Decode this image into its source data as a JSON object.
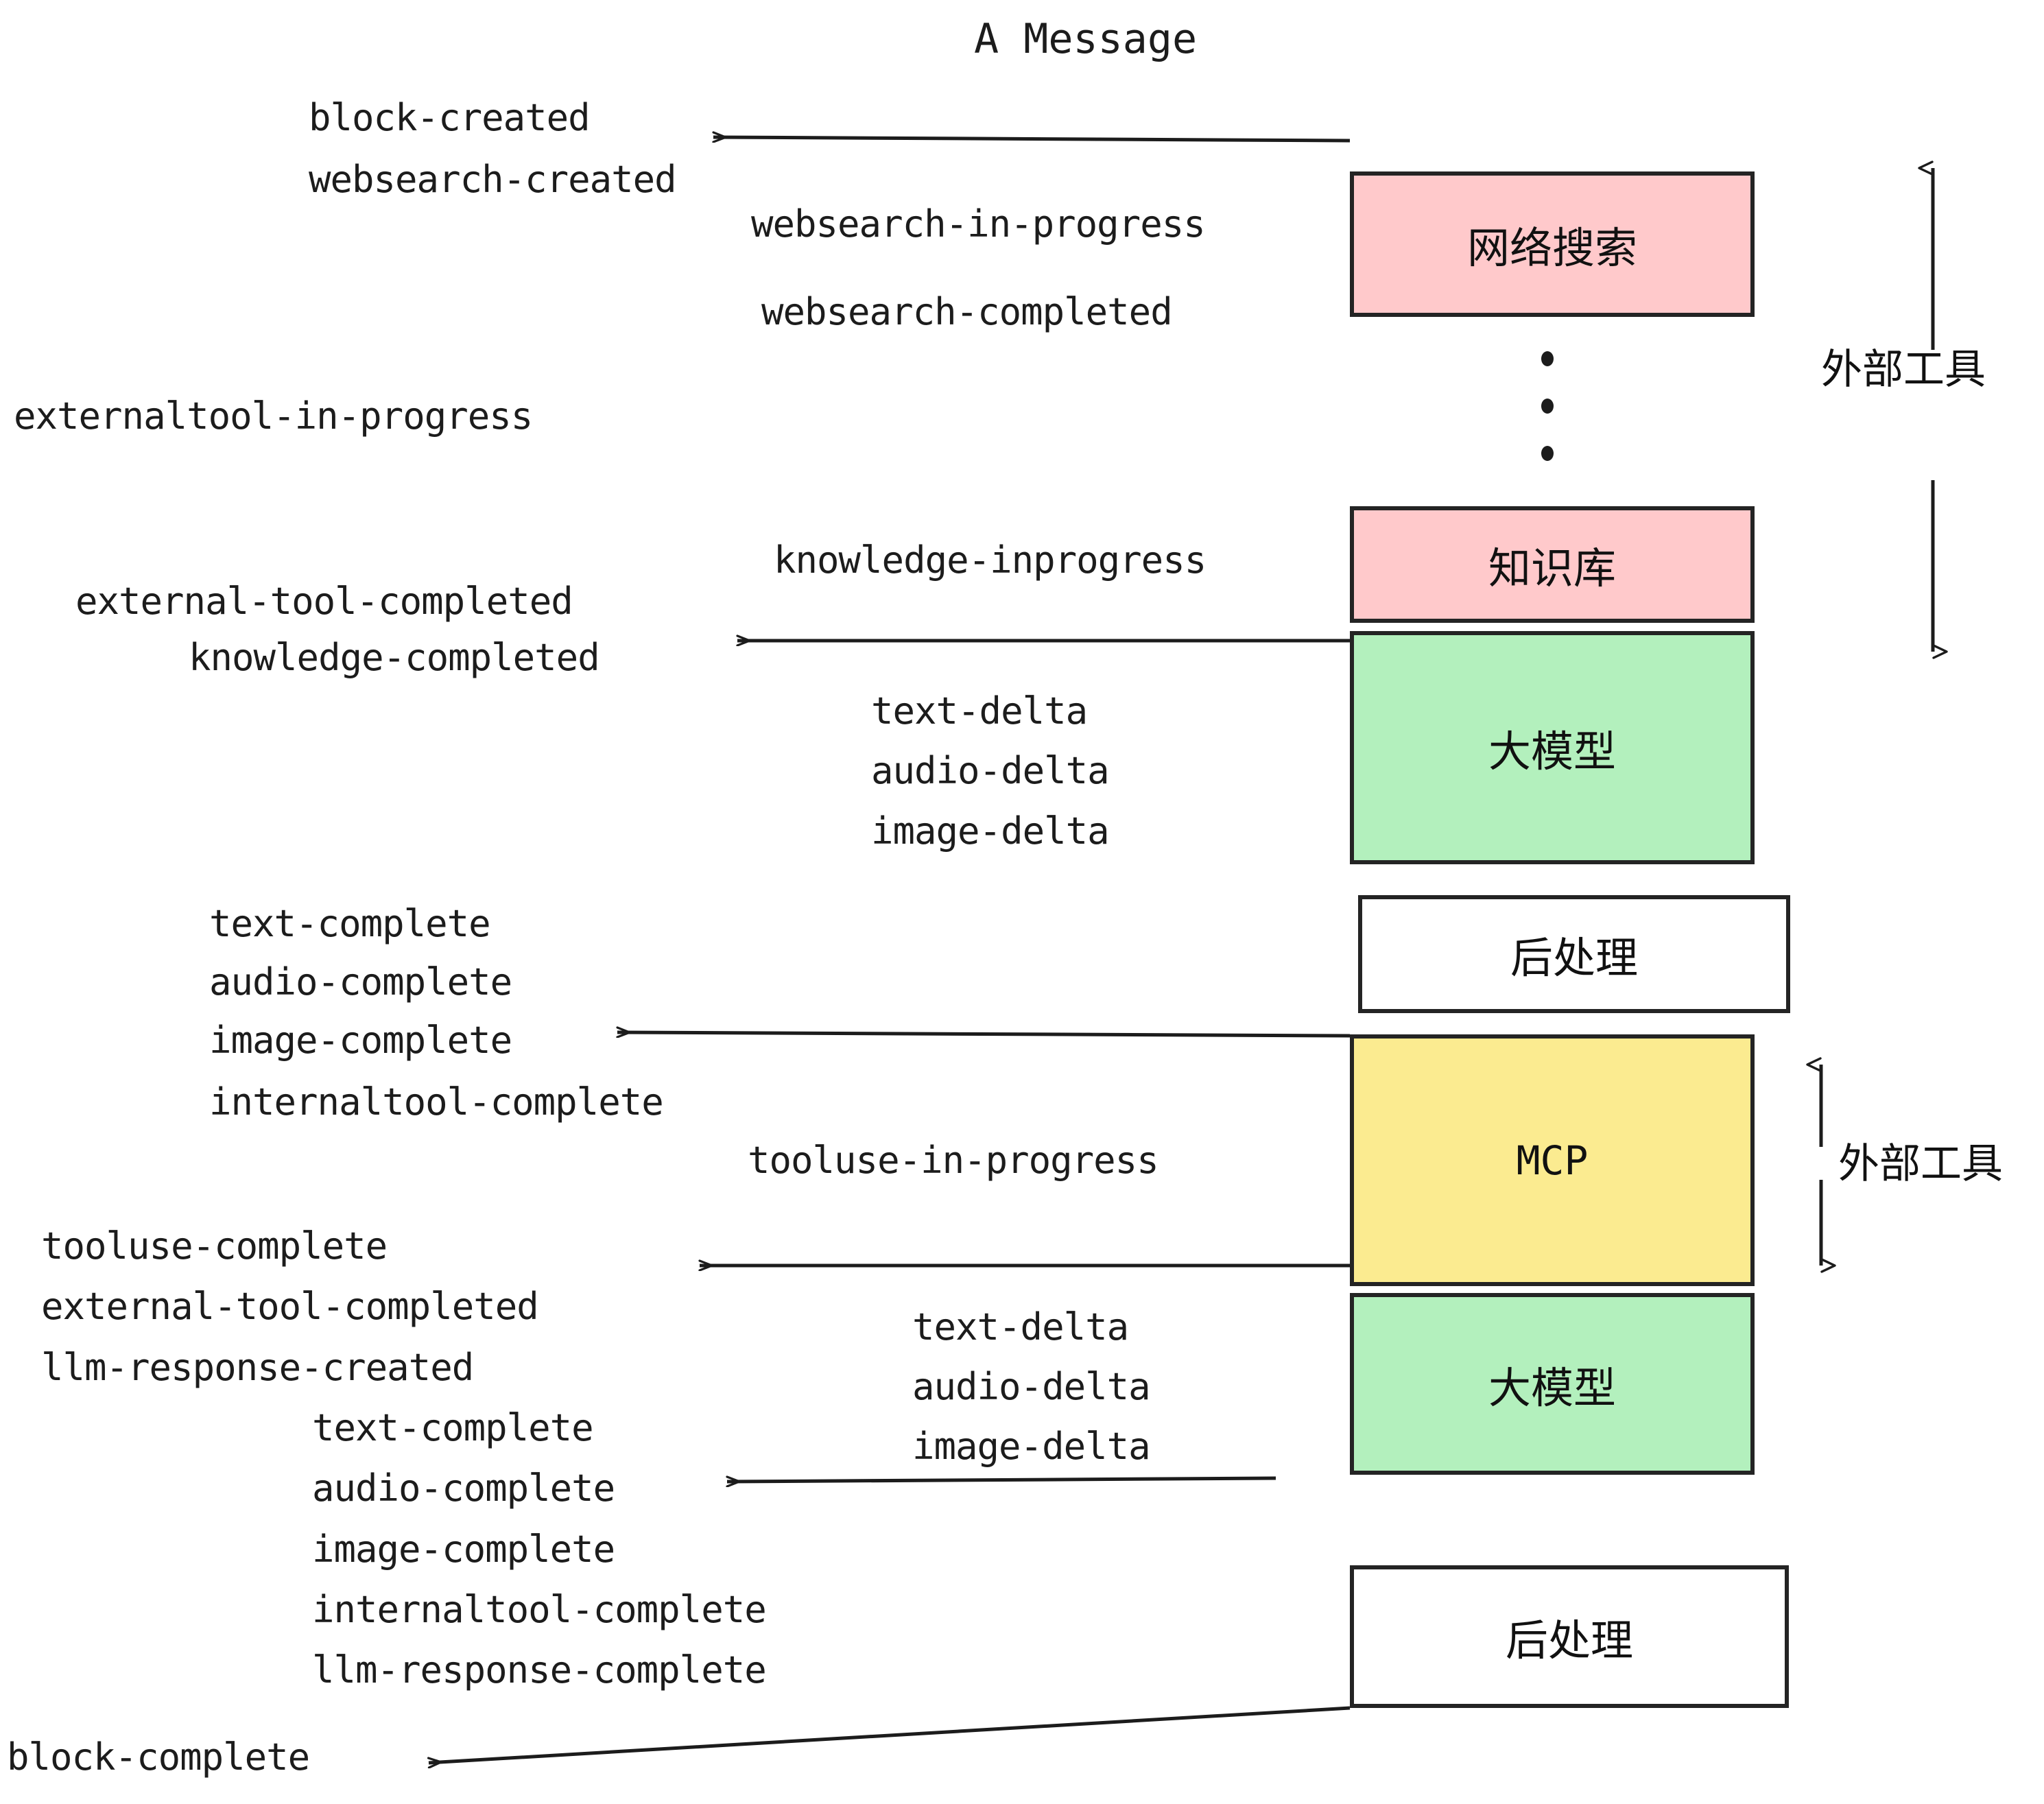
{
  "title": "A Message",
  "colors": {
    "pink": "#FFC9CB",
    "green": "#B3F0BD",
    "yellow": "#FBEB90",
    "white": "#FFFFFF",
    "stroke": "#242424",
    "text": "#1C1C1C"
  },
  "nodes": [
    {
      "id": "websearch",
      "label": "网络搜索",
      "fill": "pink"
    },
    {
      "id": "knowledge",
      "label": "知识库",
      "fill": "pink"
    },
    {
      "id": "llm-1",
      "label": "大模型",
      "fill": "green"
    },
    {
      "id": "postprocess-1",
      "label": "后处理",
      "fill": "white"
    },
    {
      "id": "mcp",
      "label": "MCP",
      "fill": "yellow"
    },
    {
      "id": "llm-2",
      "label": "大模型",
      "fill": "green"
    },
    {
      "id": "postprocess-2",
      "label": "后处理",
      "fill": "white"
    }
  ],
  "side_labels": [
    {
      "id": "external-tools-top",
      "label": "外部工具"
    },
    {
      "id": "external-tools-bottom",
      "label": "外部工具"
    }
  ],
  "events": {
    "block_created": "block-created",
    "websearch_created": "websearch-created",
    "websearch_in_progress": "websearch-in-progress",
    "websearch_completed": "websearch-completed",
    "externaltool_in_progress": "externaltool-in-progress",
    "knowledge_inprogress": "knowledge-inprogress",
    "external_tool_completed_1": "external-tool-completed",
    "knowledge_completed": "knowledge-completed",
    "text_delta_1": "text-delta",
    "audio_delta_1": "audio-delta",
    "image_delta_1": "image-delta",
    "text_complete_1": "text-complete",
    "audio_complete_1": "audio-complete",
    "image_complete_1": "image-complete",
    "internaltool_complete_1": "internaltool-complete",
    "tooluse_in_progress": "tooluse-in-progress",
    "tooluse_complete": "tooluse-complete",
    "external_tool_completed_2": "external-tool-completed",
    "llm_response_created": "llm-response-created",
    "text_delta_2": "text-delta",
    "audio_delta_2": "audio-delta",
    "image_delta_2": "image-delta",
    "text_complete_2": "text-complete",
    "audio_complete_2": "audio-complete",
    "image_complete_2": "image-complete",
    "internaltool_complete_2": "internaltool-complete",
    "llm_response_complete": "llm-response-complete",
    "block_complete": "block-complete"
  }
}
